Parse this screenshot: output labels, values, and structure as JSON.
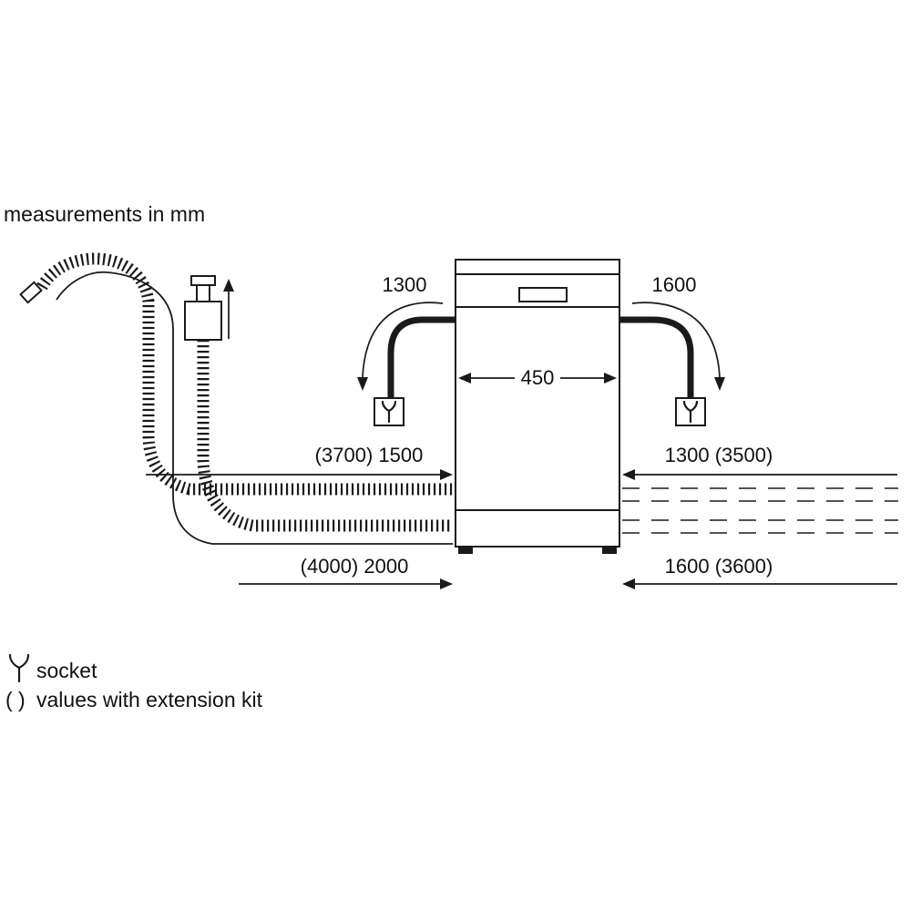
{
  "title": "measurements in mm",
  "machine": {
    "width_label": "450"
  },
  "dimensions": {
    "socket_left": "1300",
    "socket_right": "1600",
    "hose_left": "(3700) 1500",
    "hose_right": "1300 (3500)",
    "cord_left": "(4000) 2000",
    "cord_right": "1600 (3600)"
  },
  "legend": {
    "socket_label": "socket",
    "extension_prefix": "( )",
    "extension_label": "values with extension kit"
  },
  "colors": {
    "ink": "#1a1a1a",
    "background": "#ffffff"
  }
}
